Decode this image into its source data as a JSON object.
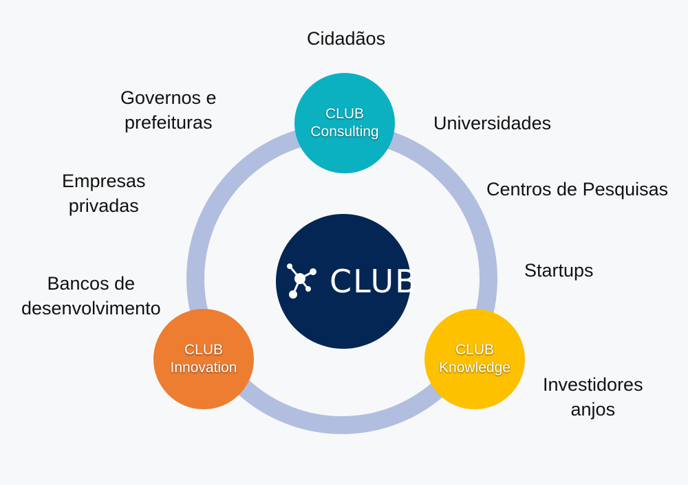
{
  "center": {
    "label": "CLUB",
    "icon": "network-molecule-icon",
    "fill": "#032655"
  },
  "ring": {
    "color": "#b1bedf"
  },
  "nodes": {
    "consulting": {
      "line1": "CLUB",
      "line2": "Consulting",
      "color": "#0bb1c1"
    },
    "innovation": {
      "line1": "CLUB",
      "line2": "Innovation",
      "color": "#ed7d31"
    },
    "knowledge": {
      "line1": "CLUB",
      "line2": "Knowledge",
      "color": "#fdc100"
    }
  },
  "stakeholders": {
    "cidadaos": "Cidadãos",
    "universidades": "Universidades",
    "centros": "Centros de Pesquisas",
    "startups": "Startups",
    "investidores": {
      "line1": "Investidores",
      "line2": "anjos"
    },
    "bancos": {
      "line1": "Bancos de",
      "line2": "desenvolvimento"
    },
    "empresas": {
      "line1": "Empresas",
      "line2": "privadas"
    },
    "governos": {
      "line1": "Governos e",
      "line2": "prefeituras"
    }
  }
}
